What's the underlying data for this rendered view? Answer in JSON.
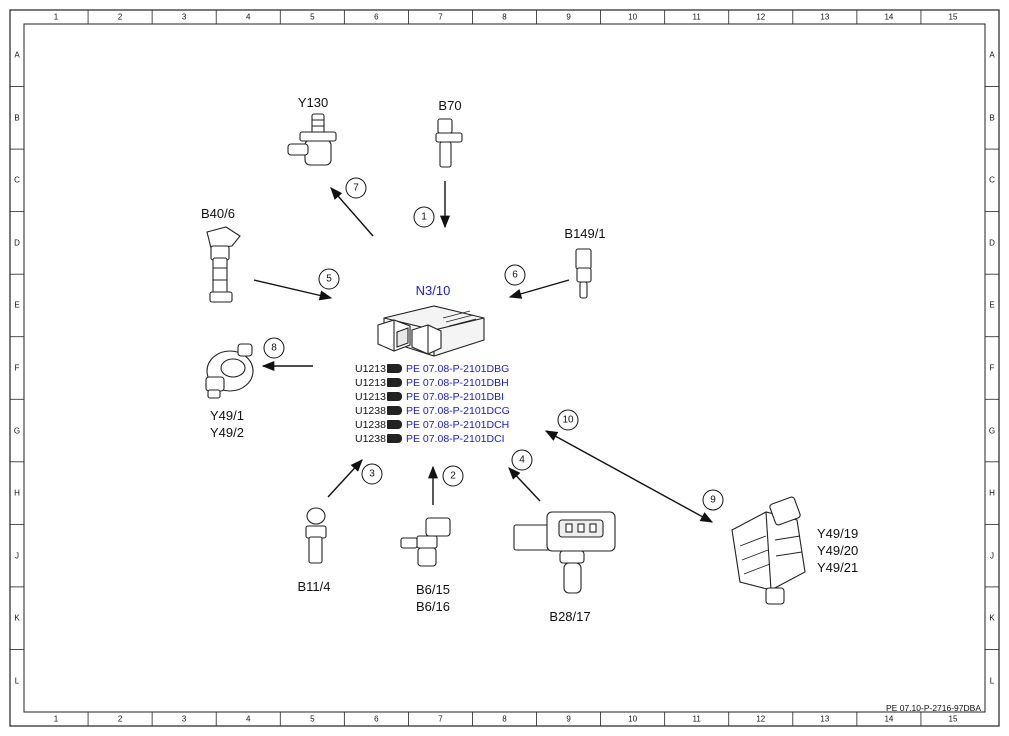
{
  "grid": {
    "columns": [
      "1",
      "2",
      "3",
      "4",
      "5",
      "6",
      "7",
      "8",
      "9",
      "10",
      "11",
      "12",
      "13",
      "14",
      "15"
    ],
    "rows": [
      "A",
      "B",
      "C",
      "D",
      "E",
      "F",
      "G",
      "H",
      "J",
      "K",
      "L"
    ]
  },
  "ecu": {
    "label": "N3/10"
  },
  "components": {
    "y130": "Y130",
    "b70": "B70",
    "b40_6": "B40/6",
    "b149_1": "B149/1",
    "y49_1": "Y49/1",
    "y49_2": "Y49/2",
    "b11_4": "B11/4",
    "b6_15": "B6/15",
    "b6_16": "B6/16",
    "b28_17": "B28/17",
    "y49_19": "Y49/19",
    "y49_20": "Y49/20",
    "y49_21": "Y49/21"
  },
  "callouts": [
    "1",
    "2",
    "3",
    "4",
    "5",
    "6",
    "7",
    "8",
    "9",
    "10"
  ],
  "references": [
    {
      "code": "U1213",
      "link": "PE 07.08-P-2101DBG"
    },
    {
      "code": "U1213",
      "link": "PE 07.08-P-2101DBH"
    },
    {
      "code": "U1213",
      "link": "PE 07.08-P-2101DBI"
    },
    {
      "code": "U1238",
      "link": "PE 07.08-P-2101DCG"
    },
    {
      "code": "U1238",
      "link": "PE 07.08-P-2101DCH"
    },
    {
      "code": "U1238",
      "link": "PE 07.08-P-2101DCI"
    }
  ],
  "doc_id": "PE 07.10-P-2716-97DBA",
  "colors": {
    "link": "#1a1ad8",
    "line": "#111111"
  }
}
